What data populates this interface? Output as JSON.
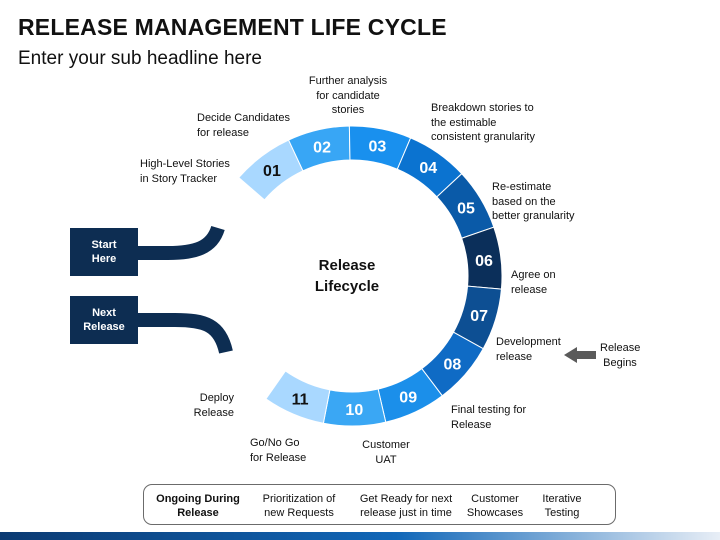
{
  "header": {
    "title": "RELEASE MANAGEMENT LIFE CYCLE",
    "subtitle": "Enter your sub headline here"
  },
  "center": {
    "line1": "Release",
    "line2": "Lifecycle"
  },
  "side_boxes": {
    "start": {
      "line1": "Start",
      "line2": "Here"
    },
    "next": {
      "line1": "Next",
      "line2": "Release"
    }
  },
  "steps": [
    {
      "num": "01",
      "color": "#a9d8ff",
      "text_color": "#111111",
      "label": [
        "High-Level Stories",
        "in Story Tracker"
      ]
    },
    {
      "num": "02",
      "color": "#38a6f5",
      "text_color": "#ffffff",
      "label": [
        "Decide Candidates",
        "for release"
      ]
    },
    {
      "num": "03",
      "color": "#1990ee",
      "text_color": "#ffffff",
      "label": [
        "Further analysis",
        "for candidate",
        "stories"
      ]
    },
    {
      "num": "04",
      "color": "#0b73d0",
      "text_color": "#ffffff",
      "label": [
        "Breakdown stories to",
        "the estimable",
        "consistent granularity"
      ]
    },
    {
      "num": "05",
      "color": "#0a5aa8",
      "text_color": "#ffffff",
      "label": [
        "Re-estimate",
        "based on the",
        "better granularity"
      ]
    },
    {
      "num": "06",
      "color": "#0b2f5a",
      "text_color": "#ffffff",
      "label": [
        "Agree on",
        "release"
      ]
    },
    {
      "num": "07",
      "color": "#0d4f93",
      "text_color": "#ffffff",
      "label": [
        "Development",
        "release"
      ]
    },
    {
      "num": "08",
      "color": "#0f6bc5",
      "text_color": "#ffffff",
      "label": [
        "Final testing for",
        "Release"
      ]
    },
    {
      "num": "09",
      "color": "#1b8fea",
      "text_color": "#ffffff",
      "label": [
        "Customer",
        "UAT"
      ]
    },
    {
      "num": "10",
      "color": "#3aa7f4",
      "text_color": "#ffffff",
      "label": [
        "Go/No Go",
        "for Release"
      ]
    },
    {
      "num": "11",
      "color": "#a9d8ff",
      "text_color": "#111111",
      "label": [
        "Deploy",
        "Release"
      ]
    }
  ],
  "release_begins": {
    "line1": "Release",
    "line2": "Begins"
  },
  "ongoing": {
    "title_line1": "Ongoing During",
    "title_line2": "Release",
    "items": [
      {
        "line1": "Prioritization of",
        "line2": "new Requests"
      },
      {
        "line1": "Get Ready for next",
        "line2": "release just in time"
      },
      {
        "line1": "Customer",
        "line2": "Showcases"
      },
      {
        "line1": "Iterative",
        "line2": "Testing"
      }
    ]
  },
  "colors": {
    "dark_navy": "#0d2d52",
    "arrow_gray": "#5a5a5a",
    "box_border": "#6b6b6b"
  }
}
